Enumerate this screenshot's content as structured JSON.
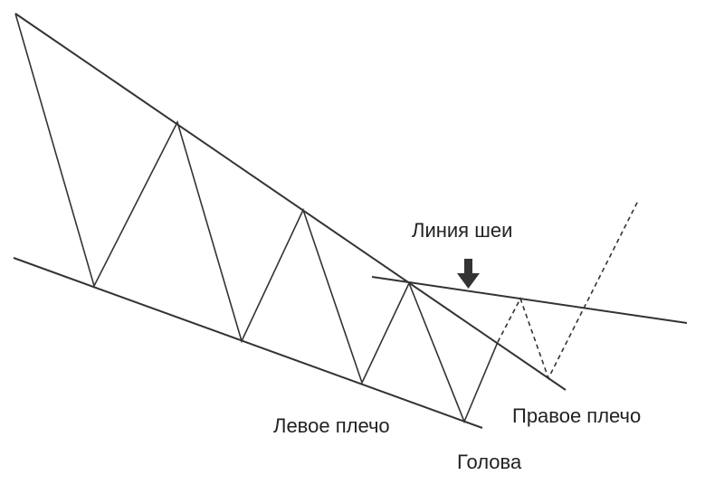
{
  "diagram": {
    "pattern": "head-and-shoulders bottom inside falling wedge",
    "labels": {
      "neckline": "Линия шеи",
      "left_shoulder": "Левое плечо",
      "right_shoulder": "Правое плечо",
      "head": "Голова"
    },
    "colors": {
      "line": "#333333",
      "text": "#222222",
      "arrow": "#333333",
      "background": "#ffffff"
    },
    "icons": {
      "neckline_marker": "down-arrow-icon"
    }
  }
}
